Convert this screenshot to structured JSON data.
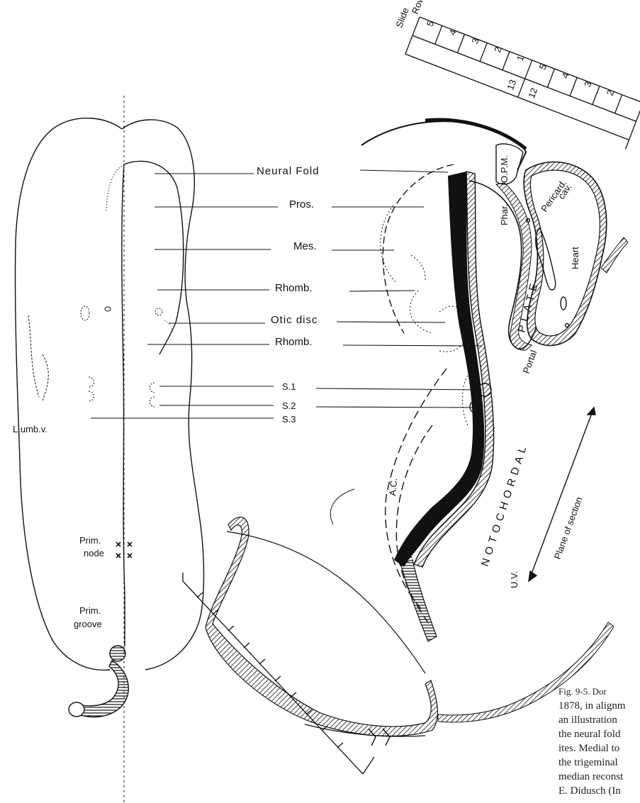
{
  "labels": {
    "neural_fold": "Neural Fold",
    "pros": "Pros.",
    "mes": "Mes.",
    "rhomb_1": "Rhomb.",
    "otic_disc": "Otic disc",
    "rhomb_2": "Rhomb.",
    "s1": "S.1",
    "s2": "S.2",
    "s3": "S.3",
    "l_umb_v": "L.umb.v.",
    "prim_node_1": "Prim.",
    "prim_node_2": "node",
    "prim_groove_1": "Prim.",
    "prim_groove_2": "groove",
    "opm": "O.P.M.",
    "pericard_1": "Pericard.",
    "pericard_2": "cav.",
    "phar": "Phar.",
    "heart": "Heart",
    "plate": "PLATE",
    "portal": "Portal",
    "notochordal": "NOTOCHORDAL",
    "ac": "A.C.",
    "uv": "U.V.",
    "plane_of_section": "Plane of section"
  },
  "grid": {
    "row_label": "Row",
    "slide_label": "Slide",
    "row_numbers": [
      "5",
      "4",
      "3",
      "2",
      "1",
      "5",
      "4",
      "3",
      "2"
    ],
    "slide_numbers": [
      "13",
      "12"
    ]
  },
  "caption": {
    "line1": "Fig. 9-5. Dor",
    "line2": "1878, in alignm",
    "line3": "an illustration",
    "line4": "the neural fold",
    "line5": "ites. Medial to",
    "line6": "the trigeminal",
    "line7": "median reconst",
    "line8": "E. Didusch (In"
  }
}
